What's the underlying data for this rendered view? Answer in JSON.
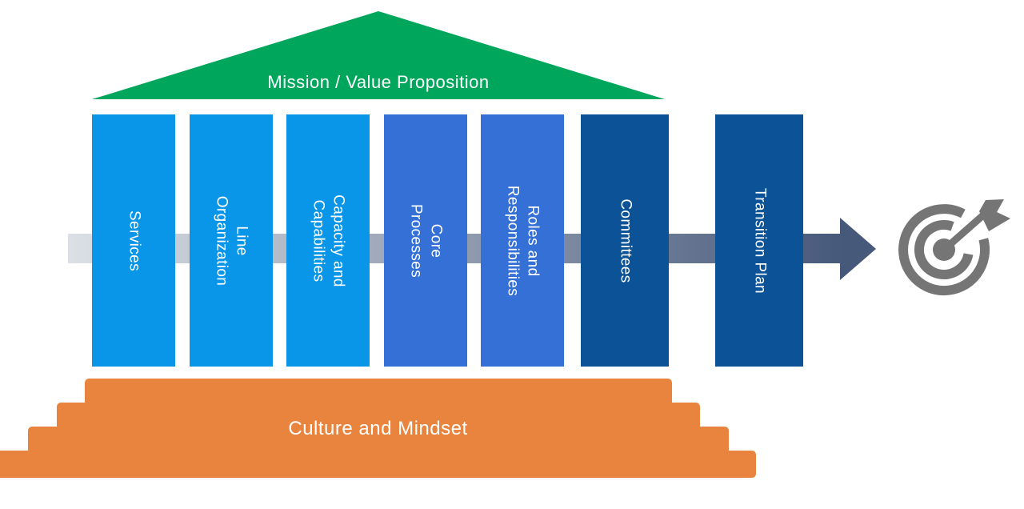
{
  "diagram": {
    "roof": {
      "label": "Mission / Value Proposition",
      "color": "#00A65C"
    },
    "pillars": [
      {
        "label": "Services",
        "color": "#0995E8"
      },
      {
        "label": "Line\nOrganization",
        "color": "#0995E8"
      },
      {
        "label": "Capacity and\nCapabilities",
        "color": "#0995E8"
      },
      {
        "label": "Core\nProcesses",
        "color": "#3470D6"
      },
      {
        "label": "Roles and\nResponsibilities",
        "color": "#3470D6"
      },
      {
        "label": "Committees",
        "color": "#0C5296"
      },
      {
        "label": "Transition Plan",
        "color": "#0C5296"
      }
    ],
    "arrow": {
      "gradient_start": "#DCE0E6",
      "gradient_end": "#47597B",
      "head_color": "#47597B"
    },
    "base": {
      "label": "Culture and Mindset",
      "color": "#E8843E"
    },
    "icons": {
      "target": {
        "name": "target-bullseye-dart-icon",
        "color": "#757575"
      }
    },
    "text_color": "#FFFFFF"
  }
}
